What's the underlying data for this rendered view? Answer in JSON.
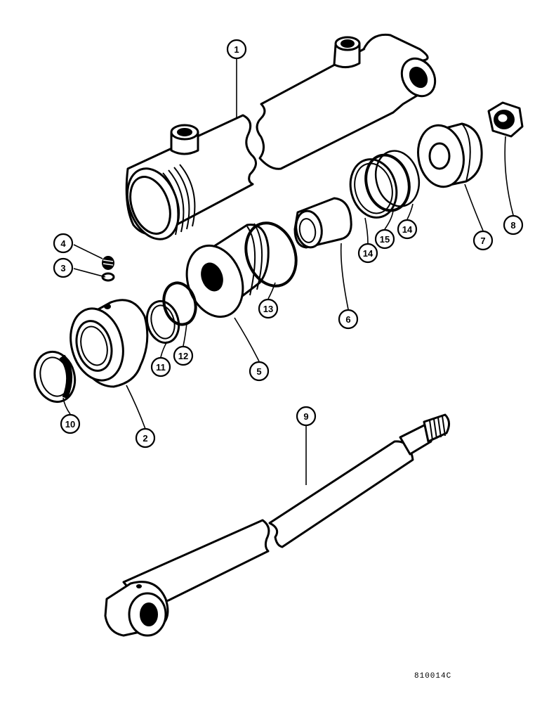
{
  "diagram": {
    "callouts": [
      {
        "id": "c1",
        "label": "1"
      },
      {
        "id": "c2",
        "label": "2"
      },
      {
        "id": "c3",
        "label": "3"
      },
      {
        "id": "c4",
        "label": "4"
      },
      {
        "id": "c5",
        "label": "5"
      },
      {
        "id": "c6",
        "label": "6"
      },
      {
        "id": "c7",
        "label": "7"
      },
      {
        "id": "c8",
        "label": "8"
      },
      {
        "id": "c9",
        "label": "9"
      },
      {
        "id": "c10",
        "label": "10"
      },
      {
        "id": "c11",
        "label": "11"
      },
      {
        "id": "c12",
        "label": "12"
      },
      {
        "id": "c13",
        "label": "13"
      },
      {
        "id": "c14a",
        "label": "14"
      },
      {
        "id": "c14b",
        "label": "14"
      },
      {
        "id": "c15",
        "label": "15"
      }
    ],
    "figure_code": "810014C"
  }
}
